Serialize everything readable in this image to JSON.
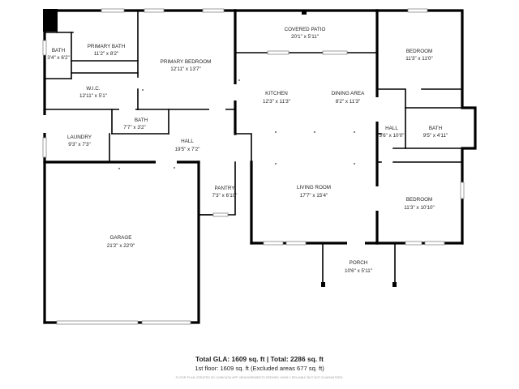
{
  "rooms": [
    {
      "name": "BATH",
      "dims": "3'4\" x 6'2\""
    },
    {
      "name": "PRIMARY BATH",
      "dims": "11'2\" x 8'2\""
    },
    {
      "name": "PRIMARY BEDROOM",
      "dims": "12'11\" x 13'7\""
    },
    {
      "name": "W.I.C.",
      "dims": "12'11\" x 5'1\""
    },
    {
      "name": "COVERED PATIO",
      "dims": "20'1\" x 5'11\""
    },
    {
      "name": "BEDROOM",
      "dims": "11'3\" x 11'0\""
    },
    {
      "name": "KITCHEN",
      "dims": "12'3\" x 11'3\""
    },
    {
      "name": "DINING AREA",
      "dims": "8'2\" x 11'3\""
    },
    {
      "name": "BATH",
      "dims": "7'7\" x 3'2\""
    },
    {
      "name": "LAUNDRY",
      "dims": "9'3\" x 7'3\""
    },
    {
      "name": "HALL",
      "dims": "19'5\" x 7'2\""
    },
    {
      "name": "HALL",
      "dims": "3'6\" x 10'0\""
    },
    {
      "name": "BATH",
      "dims": "9'5\" x 4'11\""
    },
    {
      "name": "PANTRY",
      "dims": "7'3\" x 6'10\""
    },
    {
      "name": "LIVING ROOM",
      "dims": "17'7\" x 15'4\""
    },
    {
      "name": "BEDROOM",
      "dims": "11'3\" x 10'10\""
    },
    {
      "name": "GARAGE",
      "dims": "21'2\" x 22'0\""
    },
    {
      "name": "PORCH",
      "dims": "10'6\" x 5'11\""
    }
  ],
  "footer": {
    "summary": "Total GLA: 1609 sq. ft | Total: 2286 sq. ft",
    "floor": "1st floor: 1609 sq. ft (Excluded areas 677 sq. ft)",
    "disclaimer": "FLOOR PLAN CREATED BY CUBICASA APP. MEASUREMENTS DEEMED HIGHLY RELIABLE BUT NOT GUARANTEED."
  }
}
